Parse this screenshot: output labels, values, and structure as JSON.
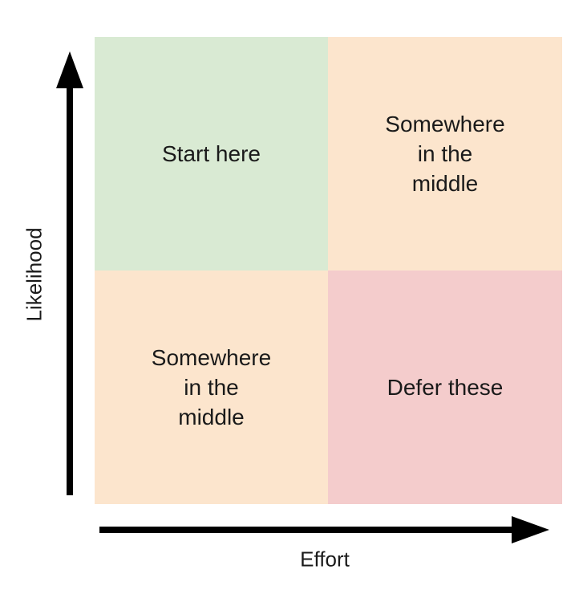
{
  "colors": {
    "start_here": "#d9ead3",
    "middle": "#fce5cd",
    "defer": "#f4cccc",
    "axis": "#000000"
  },
  "quadrants": {
    "top_left": {
      "label": "Start here"
    },
    "top_right": {
      "label": "Somewhere\nin the\nmiddle"
    },
    "bottom_left": {
      "label": "Somewhere\nin the\nmiddle"
    },
    "bottom_right": {
      "label": "Defer these"
    }
  },
  "axes": {
    "y_label": "Likelihood",
    "x_label": "Effort"
  }
}
